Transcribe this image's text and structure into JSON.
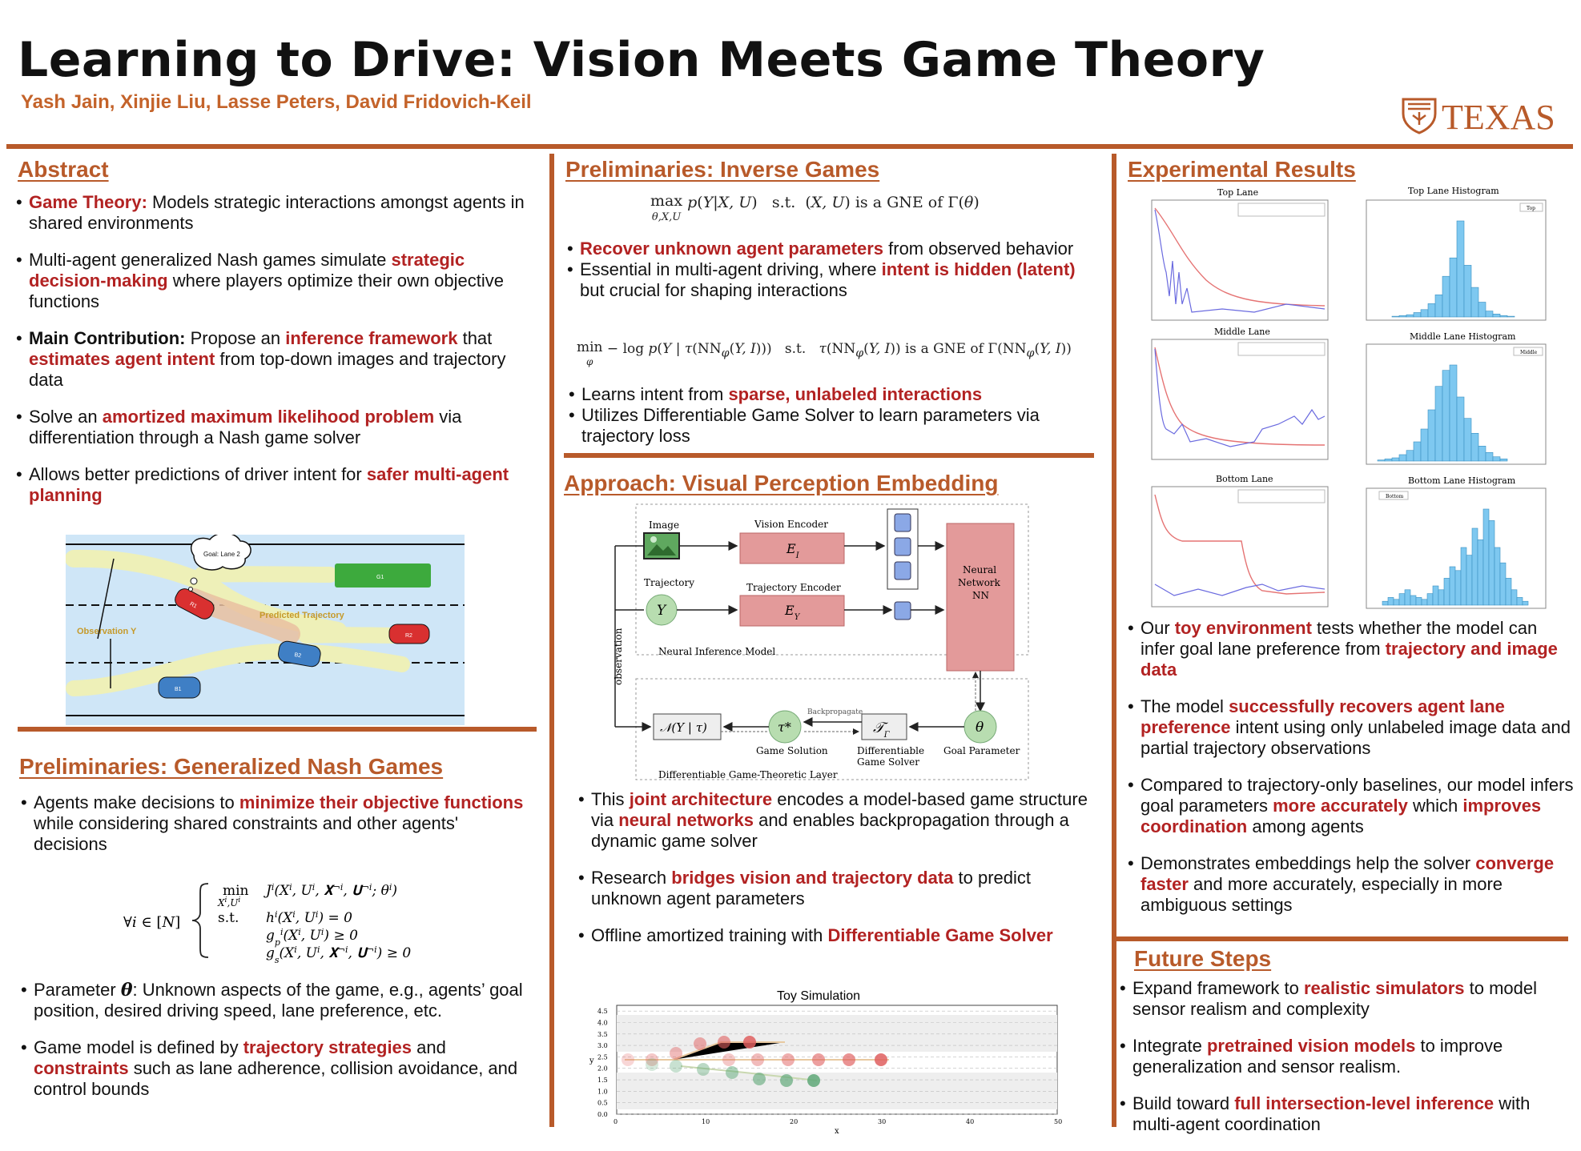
{
  "title": "Learning to Drive: Vision Meets Game Theory",
  "authors": "Yash Jain, Xinjie Liu, Lasse Peters, David Fridovich-Keil",
  "logo_text": "TEXAS",
  "colors": {
    "accent": "#B85A2A",
    "highlight": "#B22222",
    "author": "#C4632A"
  },
  "abstract": {
    "heading": "Abstract",
    "b1_lead": "Game Theory:",
    "b1_rest": " Models strategic interactions amongst agents in shared environments",
    "b2_a": "Multi-agent generalized Nash games simulate ",
    "b2_h": "strategic decision-making",
    "b2_b": " where players optimize their own objective functions",
    "b3_lead": "Main Contribution:",
    "b3_a": " Propose an ",
    "b3_h1": "inference framework",
    "b3_b": " that ",
    "b3_h2": "estimates agent intent",
    "b3_c": " from top-down images and trajectory data",
    "b4_a": "Solve an ",
    "b4_h": "amortized maximum likelihood problem",
    "b4_b": " via differentiation through a Nash game solver",
    "b5_a": "Allows better predictions of driver intent for ",
    "b5_h": "safer multi-agent planning"
  },
  "scene": {
    "goal": "Goal: Lane 2",
    "observation": "Observation Y",
    "predicted": "Predicted Trajectory",
    "car_g1": "G1",
    "car_r1": "R1",
    "car_r2": "R2",
    "car_b1": "B1",
    "car_b2": "B2"
  },
  "gnash": {
    "heading": "Preliminaries: Generalized Nash Games",
    "b1_a": "Agents make decisions to ",
    "b1_h": "minimize their objective functions",
    "b1_b": " while considering shared constraints and other agents' decisions",
    "b2_a": "Parameter ",
    "b2_theta": "θ",
    "b2_b": ": Unknown aspects of the game, e.g., agents’ goal position, desired driving speed, lane preference, etc.",
    "b3_a": "Game model is defined by ",
    "b3_h1": "trajectory strategies",
    "b3_b": " and ",
    "b3_h2": "constraints",
    "b3_c": " such as lane adherence, collision avoidance, and control bounds"
  },
  "inverse": {
    "heading": "Preliminaries: Inverse Games",
    "b1_h": "Recover unknown agent parameters",
    "b1_a": " from observed behavior",
    "b2_a": "Essential in multi-agent driving, where ",
    "b2_h": "intent is hidden (latent)",
    "b2_b": " but crucial for shaping interactions",
    "b3_a": "Learns intent from ",
    "b3_h": "sparse, unlabeled interactions",
    "b4_a": "Utilizes Differentiable Game Solver to learn parameters via trajectory loss"
  },
  "approach": {
    "heading": "Approach: Visual Perception Embedding",
    "b1_a": "This ",
    "b1_h1": "joint architecture",
    "b1_b": " encodes a model-based game structure via ",
    "b1_h2": "neural networks",
    "b1_c": " and enables backpropagation through a dynamic game solver",
    "b2_a": "Research ",
    "b2_h": "bridges vision and trajectory data",
    "b2_b": " to predict unknown agent parameters",
    "b3_a": "Offline amortized training with ",
    "b3_h": "Differentiable Game Solver"
  },
  "diagram": {
    "image": "Image",
    "vision_encoder": "Vision Encoder",
    "trajectory": "Trajectory",
    "trajectory_encoder": "Trajectory Encoder",
    "neural_network": "Neural",
    "network": "Network",
    "nn": "NN",
    "neural_inference": "Neural Inference Model",
    "observation": "observation",
    "backpropagate": "Backpropagate",
    "game_solution": "Game Solution",
    "diff_solver_1": "Differentiable",
    "diff_solver_2": "Game Solver",
    "goal_parameter": "Goal Parameter",
    "diff_layer": "Differentiable Game-Theoretic Layer"
  },
  "toy": {
    "title": "Toy Simulation",
    "xlabel": "x",
    "ylabel": "y",
    "xticks": [
      "0",
      "10",
      "20",
      "30",
      "40",
      "50"
    ],
    "yticks": [
      "0.0",
      "0.5",
      "1.0",
      "1.5",
      "2.0",
      "2.5",
      "3.0",
      "3.5",
      "4.0",
      "4.5"
    ]
  },
  "results": {
    "heading": "Experimental Results",
    "plots": [
      {
        "line_title": "Top Lane",
        "hist_title": "Top Lane Histogram",
        "hist_legend": "Top"
      },
      {
        "line_title": "Middle Lane",
        "hist_title": "Middle Lane Histogram",
        "hist_legend": "Middle"
      },
      {
        "line_title": "Bottom Lane",
        "hist_title": "Bottom Lane Histogram",
        "hist_legend": "Bottom"
      }
    ],
    "b1_a": "Our ",
    "b1_h1": "toy environment",
    "b1_b": " tests whether the model can infer goal lane preference from ",
    "b1_h2": "trajectory and image data",
    "b2_a": "The model ",
    "b2_h": "successfully recovers agent lane preference",
    "b2_b": " intent using only unlabeled image data and partial trajectory observations",
    "b3_a": "Compared to trajectory-only baselines, our model infers goal parameters ",
    "b3_h1": "more accurately",
    "b3_b": " which ",
    "b3_h2": "improves coordination",
    "b3_c": " among agents",
    "b4_a": "Demonstrates embeddings help the solver ",
    "b4_h": "converge faster",
    "b4_b": " and more accurately, especially in more ambiguous settings"
  },
  "future": {
    "heading": "Future Steps",
    "b1_a": "Expand framework to ",
    "b1_h": "realistic simulators",
    "b1_b": " to model sensor realism and complexity",
    "b2_a": "Integrate ",
    "b2_h": "pretrained vision models",
    "b2_b": " to improve generalization and sensor realism.",
    "b3_a": "Build toward ",
    "b3_h": "full intersection-level inference",
    "b3_b": " with multi-agent coordination"
  }
}
